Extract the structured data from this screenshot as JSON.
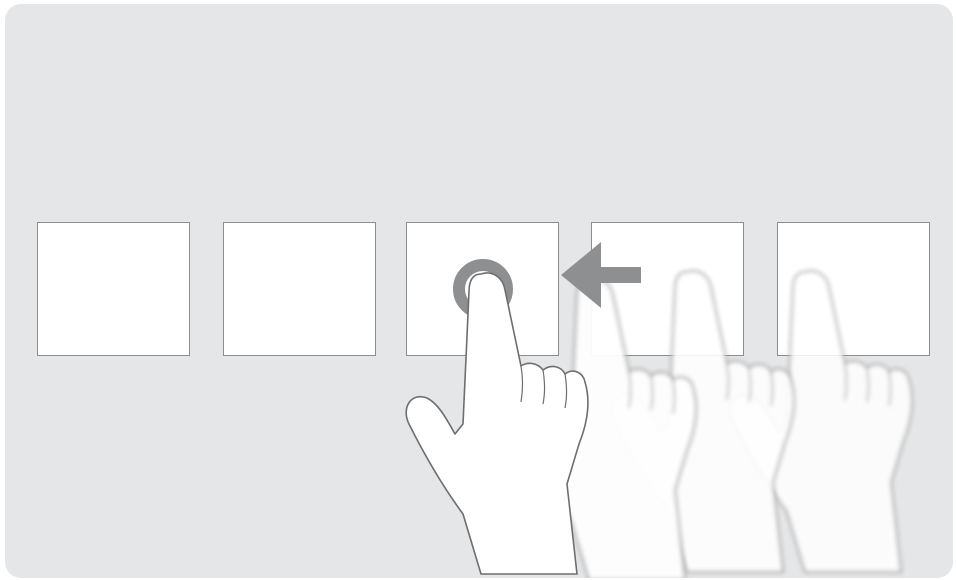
{
  "figure": {
    "tiles": [
      "tile-1",
      "tile-2",
      "tile-3",
      "tile-4",
      "tile-5"
    ],
    "gesture": "swipe-left",
    "touch_point_icon": "touch-point-ring-icon",
    "direction_icon": "arrow-left-icon",
    "hand_icon": "pointing-hand-icon",
    "colors": {
      "background": "#e5e6e7",
      "tile_fill": "#ffffff",
      "tile_border": "#8c8d8f",
      "indicator": "#8e8f91",
      "hand_outline": "#6d6e70"
    }
  }
}
